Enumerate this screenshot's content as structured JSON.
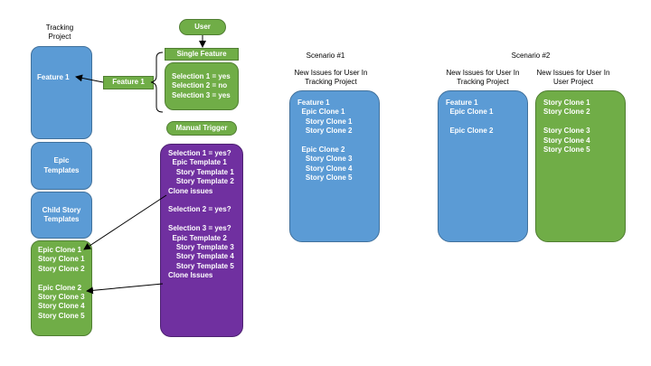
{
  "left": {
    "title": [
      "Tracking",
      "Project"
    ],
    "feature_box": "Feature 1",
    "epic_templates": [
      "Epic",
      "Templates"
    ],
    "child_templates": [
      "Child Story",
      "Templates"
    ],
    "clones": [
      "Epic Clone 1",
      "Story Clone 1",
      "Story Clone 2",
      "",
      "Epic Clone 2",
      "Story Clone 3",
      "Story Clone 4",
      "Story Clone 5"
    ]
  },
  "middle": {
    "user": "User",
    "single_feature": "Single Feature",
    "feature_label": "Feature 1",
    "selections": [
      "Selection 1 = yes",
      "Selection 2 = no",
      "Selection 3 = yes"
    ],
    "manual_trigger": "Manual Trigger",
    "purple_lines": [
      "Selection 1 = yes?",
      "  Epic Template 1",
      "    Story Template 1",
      "    Story Template 2",
      "Clone issues",
      "",
      "Selection 2 = yes?",
      "",
      "Selection 3 = yes?",
      "  Epic Template 2",
      "    Story Template 3",
      "    Story Template 4",
      "    Story Template 5",
      "Clone Issues"
    ]
  },
  "scenario1": {
    "title": "Scenario #1",
    "subtitle": [
      "New Issues for User In",
      "Tracking Project"
    ],
    "lines": [
      "Feature 1",
      "  Epic Clone 1",
      "    Story Clone 1",
      "    Story Clone 2",
      "",
      "  Epic Clone 2",
      "    Story Clone 3",
      "    Story Clone 4",
      "    Story Clone 5"
    ]
  },
  "scenario2": {
    "title": "Scenario #2",
    "tracking_subtitle": [
      "New Issues for User In",
      "Tracking Project"
    ],
    "tracking_lines": [
      "Feature 1",
      "  Epic Clone 1",
      "",
      "  Epic Clone 2"
    ],
    "user_subtitle": [
      "New Issues for User In",
      "User Project"
    ],
    "user_lines": [
      "Story Clone 1",
      "Story Clone 2",
      "",
      "Story Clone 3",
      "Story Clone 4",
      "Story Clone 5"
    ]
  },
  "colors": {
    "blue": "#5b9bd5",
    "green": "#70ad47",
    "purple": "#7030a0"
  }
}
